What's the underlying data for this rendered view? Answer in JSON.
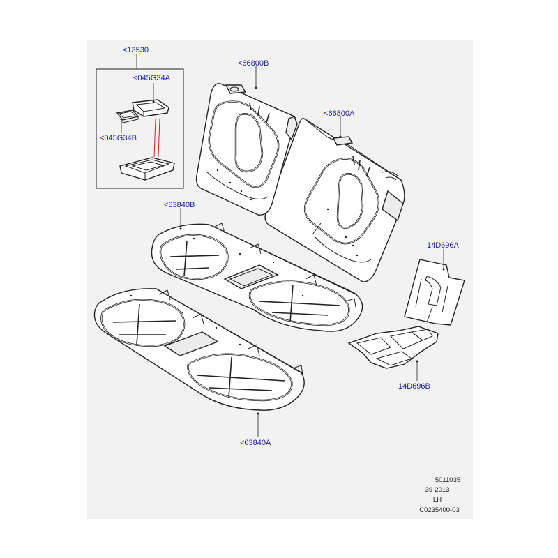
{
  "callouts": {
    "kit": "<13530",
    "insert_top": "<045G34A",
    "insert_bottom": "<045G34B",
    "back_left": "<66800B",
    "back_right": "<66800A",
    "cushion_cover_upper": "<63840B",
    "cushion_cover_lower": "<63840A",
    "heater_back": "14D696A",
    "heater_cushion": "14D696B"
  },
  "footer": {
    "line1": "5011035",
    "line2": "39-2013",
    "line3": "LH",
    "line4": "C0235400-03"
  },
  "colors": {
    "callout_text": "#1a1aa0",
    "panel_bg": "#f2f2f2",
    "explode_line": "#d42020"
  }
}
